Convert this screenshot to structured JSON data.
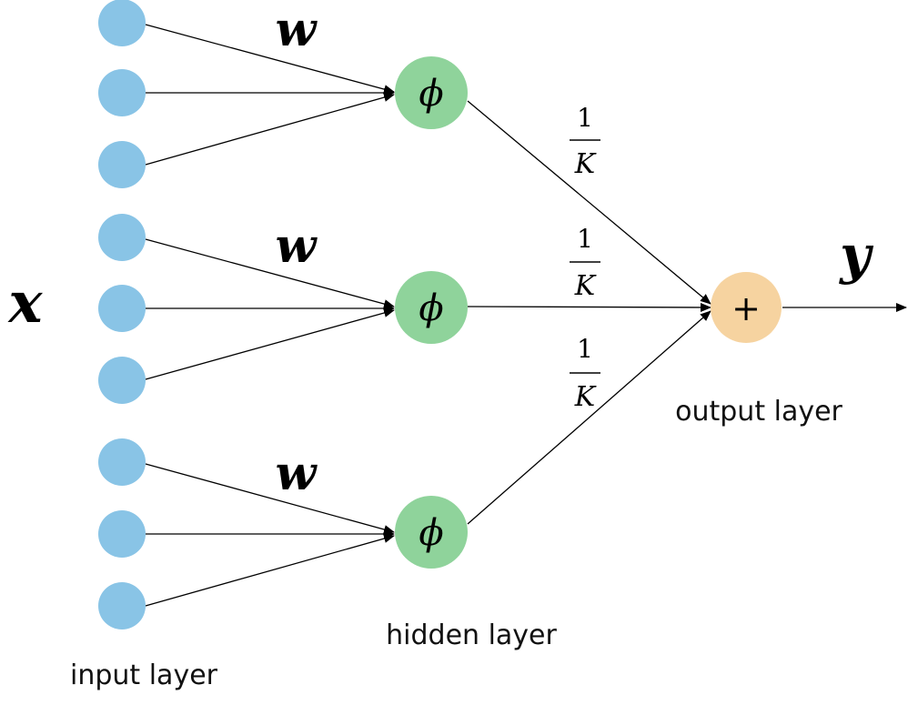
{
  "diagram": {
    "input_label": "input layer",
    "hidden_label": "hidden layer",
    "output_label": "output layer",
    "input_symbol": "x",
    "weight_symbol": "w",
    "activation_symbol": "ϕ",
    "output_operator": "+",
    "output_symbol": "y",
    "edge_weight_numerator": "1",
    "edge_weight_denominator": "K"
  },
  "colors": {
    "input_node": "#89c4e6",
    "hidden_node": "#8fd39b",
    "output_node": "#f6d3a0"
  }
}
